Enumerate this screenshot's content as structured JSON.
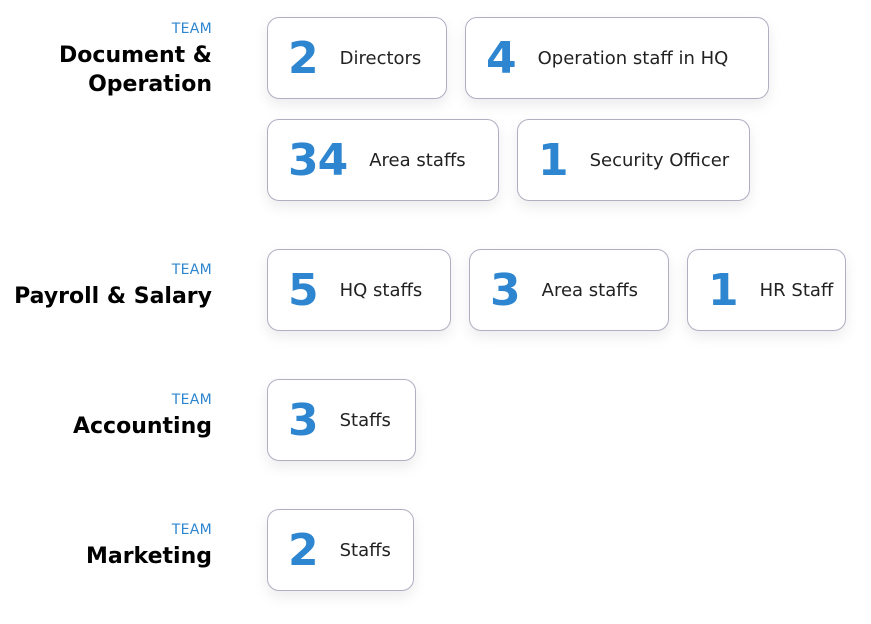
{
  "teams": [
    {
      "team_label": "TEAM",
      "title_line1": "Document &",
      "title_line2": "Operation",
      "cards": [
        {
          "count": "2",
          "label": "Directors"
        },
        {
          "count": "4",
          "label": "Operation staff in HQ"
        },
        {
          "count": "34",
          "label": "Area staffs"
        },
        {
          "count": "1",
          "label": "Security Officer"
        }
      ]
    },
    {
      "team_label": "TEAM",
      "title": "Payroll & Salary",
      "cards": [
        {
          "count": "5",
          "label": "HQ staffs"
        },
        {
          "count": "3",
          "label": "Area staffs"
        },
        {
          "count": "1",
          "label": "HR Staff"
        }
      ]
    },
    {
      "team_label": "TEAM",
      "title": "Accounting",
      "cards": [
        {
          "count": "3",
          "label": "Staffs"
        }
      ]
    },
    {
      "team_label": "TEAM",
      "title": "Marketing",
      "cards": [
        {
          "count": "2",
          "label": "Staffs"
        }
      ]
    }
  ],
  "colors": {
    "accent": "#2e86d0",
    "border": "#b3adc2"
  }
}
